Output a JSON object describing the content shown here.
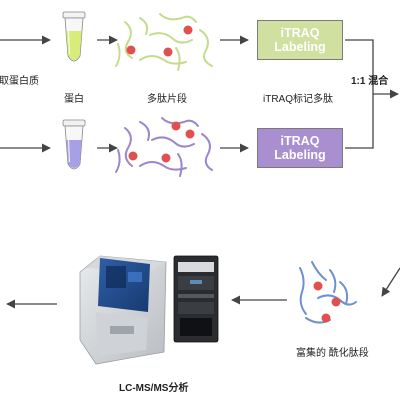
{
  "colors": {
    "green_box": "#cfe0a0",
    "purple_box": "#a98fcf",
    "green_tube": "#d8ec7a",
    "purple_tube": "#a8a0e6",
    "peptide_green": "#c5dc8c",
    "peptide_purple": "#9d86cc",
    "peptide_blue": "#6f8fd0",
    "red_dot": "#e0504f",
    "arrow": "#444444"
  },
  "labels": {
    "extract": "提取蛋白质",
    "protein": "蛋白",
    "peptides": "多肽片段",
    "itraq_labeled": "iTRAQ标记多肽",
    "mix": "1:1 混合",
    "enriched": "富集的 酰化肽段",
    "lcms": "LC-MS/MS分析"
  },
  "boxes": [
    {
      "line1": "iTRAQ",
      "line2": "Labeling",
      "color": "#cfe0a0"
    },
    {
      "line1": "iTRAQ",
      "line2": "Labeling",
      "color": "#a98fcf"
    }
  ],
  "icons": [
    "tube-icon",
    "peptide-icon",
    "mass-spectrometer-icon",
    "computer-tower-icon"
  ]
}
